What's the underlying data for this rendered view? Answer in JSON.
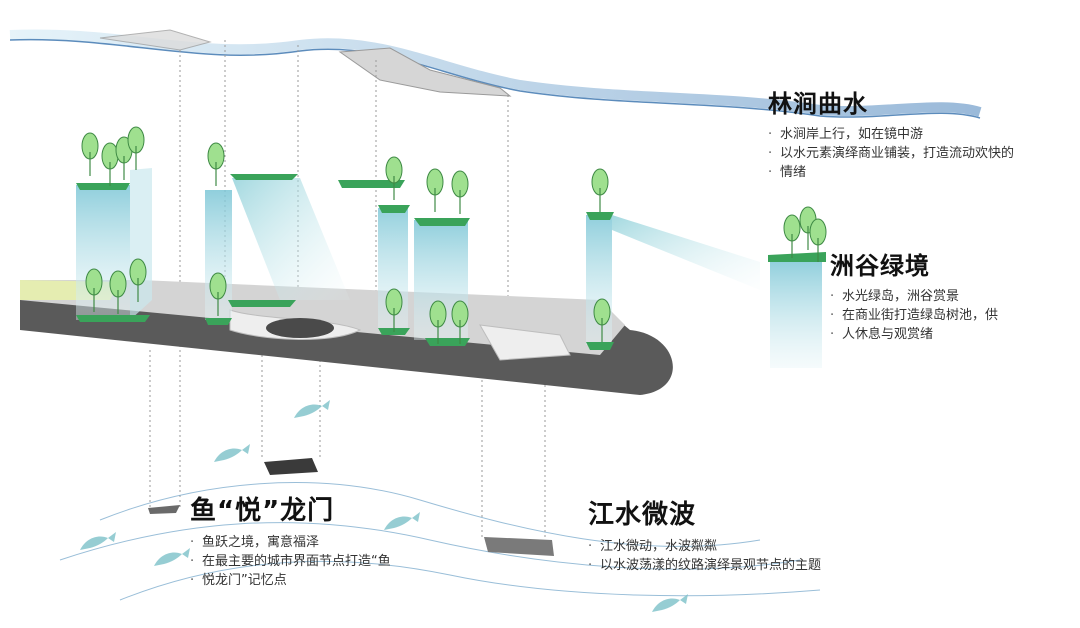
{
  "nodes": {
    "linjian": {
      "title": "林涧曲水",
      "bullets": [
        "水涧岸上行，如在镜中游",
        "以水元素演绎商业铺装，打造流动欢快的",
        "情绪"
      ]
    },
    "zhougu": {
      "title": "洲谷绿境",
      "bullets": [
        "水光绿岛，洲谷赏景",
        "在商业街打造绿岛树池，供",
        "人休息与观赏绪"
      ]
    },
    "yuyue": {
      "title": "鱼“悦”龙门",
      "bullets": [
        "鱼跃之境，寓意福泽",
        "在最主要的城市界面节点打造“鱼",
        "悦龙门”记忆点"
      ]
    },
    "jiangshui": {
      "title": "江水微波",
      "bullets": [
        "江水微动，水波粼粼",
        "以水波荡漾的纹路演绎景观节点的主题"
      ]
    }
  },
  "colors": {
    "water_blue": "#4a7fb5",
    "water_light": "#cfe6f2",
    "green": "#3aa35a",
    "tree": "#8fd18b",
    "road": "#5a5a5a",
    "plaza": "#d9d9d9",
    "glass": "#9fd3dc"
  },
  "icons": [
    "tree-icon",
    "fish-icon",
    "node-sculpture-icon"
  ]
}
